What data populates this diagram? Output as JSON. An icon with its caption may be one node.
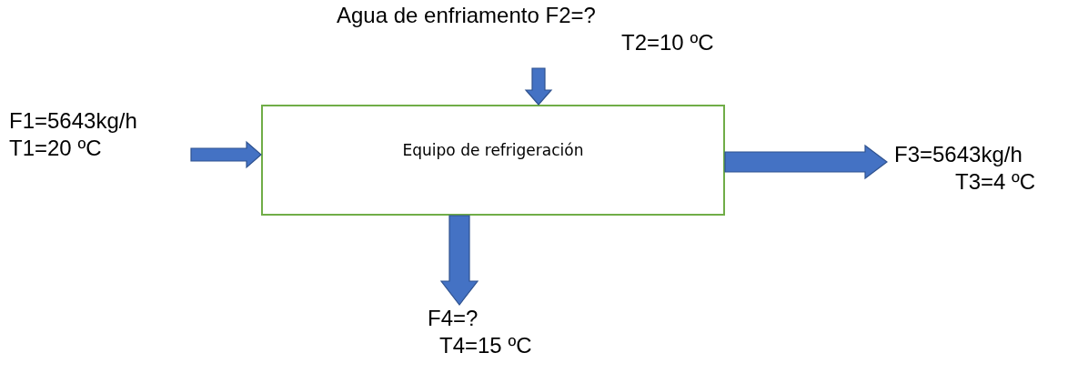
{
  "diagram": {
    "nodes": [
      {
        "text": [
          "Agua de enfriamento F2=?",
          "T2=10 ºC"
        ]
      },
      {
        "text": [
          "F1=5643kg/h T1=20 ºC"
        ]
      },
      {
        "text": [
          "Equipo de refrigeración"
        ]
      },
      {
        "text": [
          "F3=5643kg/h",
          "T3=4 ºC"
        ]
      },
      {
        "text": [
          "F4=?",
          "T4=15 ºC"
        ]
      }
    ],
    "edges": [
      {
        "from": 0,
        "to": 2,
        "arrow": "to"
      },
      {
        "from": 1,
        "to": 2,
        "arrow": "to"
      },
      {
        "from": 2,
        "to": 3,
        "arrow": "to"
      },
      {
        "from": 2,
        "to": 4,
        "arrow": "to"
      }
    ]
  }
}
